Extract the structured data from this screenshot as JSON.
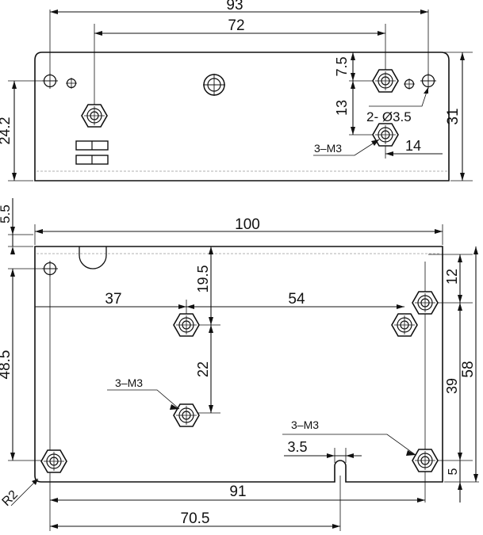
{
  "top_view": {
    "dims": {
      "overall_width": "93",
      "nut_span": "72",
      "offset_7_5": "7.5",
      "offset_13": "13",
      "height_24_2": "24.2",
      "height_31": "31",
      "offset_14": "14"
    },
    "callouts": {
      "holes": "2- Ø3.5",
      "tapped": "3–M3"
    }
  },
  "bottom_view": {
    "dims": {
      "overall_width": "100",
      "left_37": "37",
      "span_54": "54",
      "v_19_5": "19.5",
      "v_22": "22",
      "h_48_5": "48.5",
      "top_5_5": "5.5",
      "right_12": "12",
      "right_39": "39",
      "right_58": "58",
      "right_5": "5",
      "slot_3_5": "3.5",
      "bottom_91": "91",
      "bottom_70_5": "70.5",
      "radius": "R2"
    },
    "callouts": {
      "tapped_left": "3–M3",
      "tapped_right": "3–M3"
    }
  }
}
